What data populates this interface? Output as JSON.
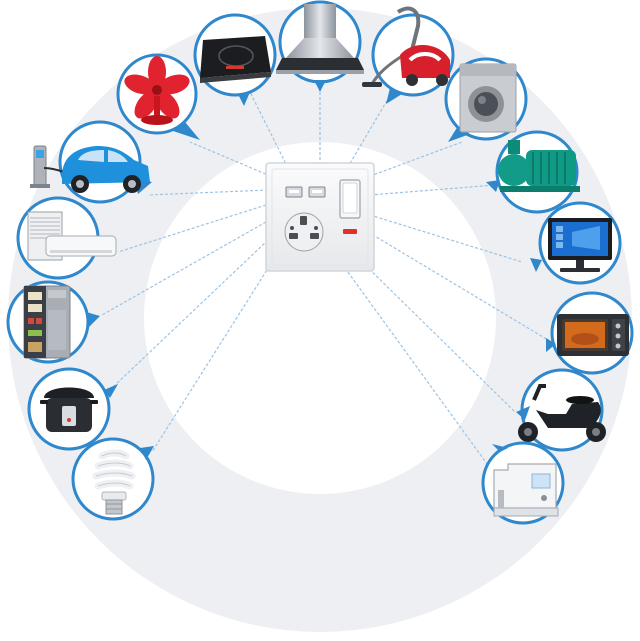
{
  "colors": {
    "ring": "#eeeff3",
    "inner": "#ffffff",
    "badge_ring": "#2f87cc",
    "line": "#9cc3e4",
    "socket_plate": "#f3f4f6",
    "socket_edge": "#d2d5da",
    "indicator": "#e1302b"
  },
  "hub": {
    "icon": "universal-wall-socket-with-usb",
    "features": [
      "usb-port",
      "usb-port",
      "rocker-switch",
      "indicator-light",
      "universal-outlet"
    ]
  },
  "appliances": [
    {
      "id": "table-fan",
      "icon": "table-fan-icon"
    },
    {
      "id": "induction-cooker",
      "icon": "induction-cooker-icon"
    },
    {
      "id": "range-hood",
      "icon": "range-hood-icon"
    },
    {
      "id": "vacuum-cleaner",
      "icon": "vacuum-cleaner-icon"
    },
    {
      "id": "washing-machine",
      "icon": "washing-machine-icon"
    },
    {
      "id": "water-pump",
      "icon": "water-pump-icon"
    },
    {
      "id": "desktop-computer",
      "icon": "desktop-computer-icon"
    },
    {
      "id": "microwave-oven",
      "icon": "microwave-oven-icon"
    },
    {
      "id": "electric-scooter",
      "icon": "electric-scooter-icon"
    },
    {
      "id": "sewing-machine",
      "icon": "sewing-machine-icon"
    },
    {
      "id": "energy-saving-bulb",
      "icon": "energy-saving-bulb-icon"
    },
    {
      "id": "rice-cooker",
      "icon": "rice-cooker-icon"
    },
    {
      "id": "refrigerator",
      "icon": "refrigerator-icon"
    },
    {
      "id": "air-conditioner",
      "icon": "air-conditioner-icon"
    },
    {
      "id": "electric-car",
      "icon": "electric-car-icon"
    }
  ]
}
